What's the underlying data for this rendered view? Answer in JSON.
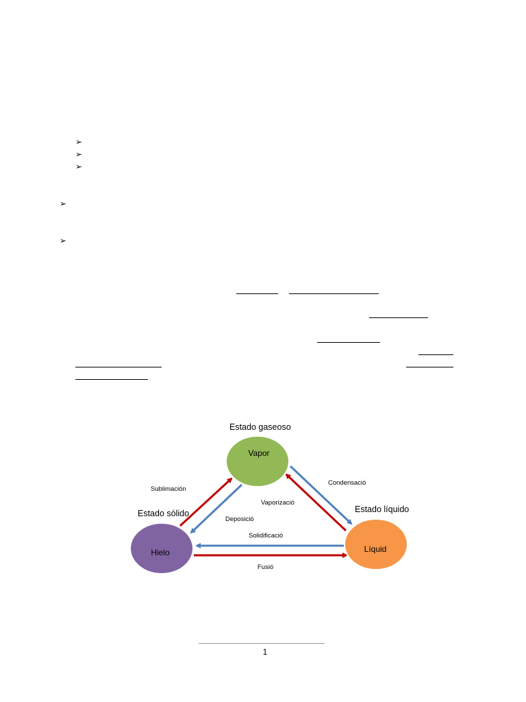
{
  "bullet_glyph": "➢",
  "diagram": {
    "nodes": {
      "vapor": {
        "label": "Vapor",
        "state": "Estado gaseoso",
        "color": "#92B956"
      },
      "hielo": {
        "label": "Hielo",
        "state": "Estado sólido",
        "color": "#8064A2"
      },
      "liquid": {
        "label": "Líquid",
        "state": "Estado líquido",
        "color": "#F79646"
      }
    },
    "transitions": {
      "sublimacion": "Sublimación",
      "deposicio": "Deposició",
      "condensacio": "Condensació",
      "vaporizacio": "Vaporizació",
      "solidificacio": "Solidificació",
      "fusio": "Fusió"
    },
    "arrow_colors": {
      "red": "#C00000",
      "blue": "#4F81BD"
    }
  },
  "footer": {
    "page_number": "1"
  }
}
